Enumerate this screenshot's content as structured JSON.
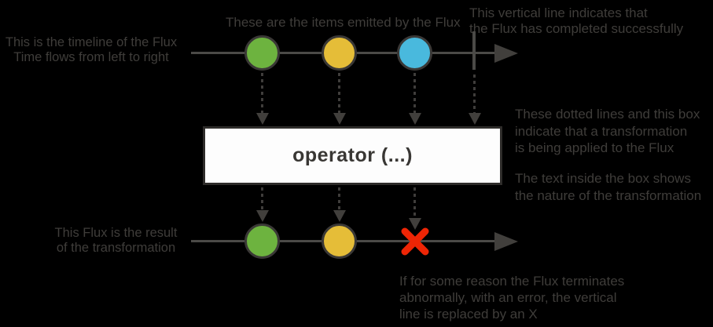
{
  "diagram": "flux-marble-diagram",
  "colors": {
    "background": "#000000",
    "marble_green": "#6db33f",
    "marble_yellow": "#e5bd38",
    "marble_blue": "#49b9dd",
    "error_red": "#ee2505",
    "timeline_gray": "#4b4a47",
    "annotation_gray": "#3f3d3a",
    "operator_box_bg": "#fdfdfd"
  },
  "annotations": {
    "timeline": [
      "This is the timeline of the Flux",
      "Time flows from left to right"
    ],
    "items": "These are the items emitted by the Flux",
    "complete": [
      "This vertical line indicates that",
      "the Flux has completed successfully"
    ],
    "transform": [
      "These dotted lines and this box",
      "indicate that a transformation",
      "is being applied to the Flux"
    ],
    "box_text": [
      "The text inside the box shows",
      "the nature of the transformation"
    ],
    "result": [
      "This Flux is the result",
      "of the transformation"
    ],
    "error": [
      "If for some reason the Flux terminates",
      "abnormally, with an error, the vertical",
      "line is replaced by an X"
    ]
  },
  "operator": {
    "label": "operator (...)"
  },
  "source_flux": {
    "marbles": [
      "green",
      "yellow",
      "blue"
    ],
    "terminal": "complete"
  },
  "result_flux": {
    "marbles": [
      "green",
      "yellow"
    ],
    "terminal": "error"
  }
}
